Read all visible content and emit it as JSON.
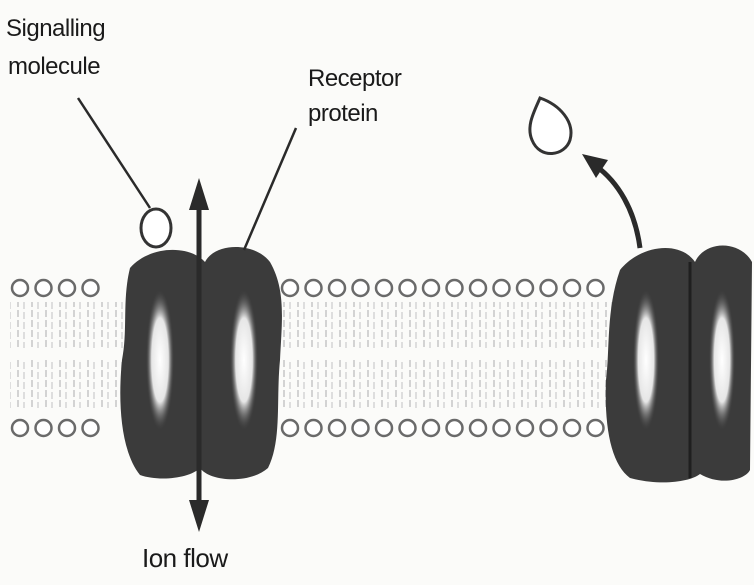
{
  "labels": {
    "signalling_line1": "Signalling",
    "signalling_line2": "molecule",
    "receptor_line1": "Receptor",
    "receptor_line2": "protein",
    "ion_flow": "Ion flow"
  },
  "colors": {
    "protein": "#3b3b3b",
    "protein_highlight": "#f4f4f4",
    "lipid_head_outline": "#6a6a6a",
    "text": "#1a1a1a"
  },
  "icons": {
    "ion_flow": "double-headed-arrow",
    "release": "curved-arrow"
  }
}
